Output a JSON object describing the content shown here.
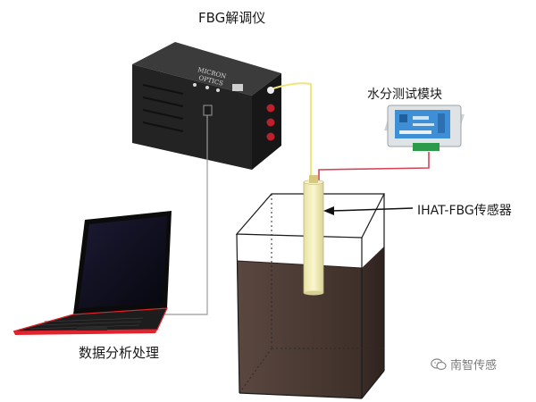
{
  "labels": {
    "fbg_demodulator": "FBG解调仪",
    "moisture_module": "水分测试模块",
    "sensor": "IHAT-FBG传感器",
    "data_processing": "数据分析处理"
  },
  "device": {
    "brand_line1": "MICRON",
    "brand_line2": "OPTICS"
  },
  "watermark": "南智传感",
  "icons": [
    "wechat-logo-icon",
    "laptop-icon",
    "demodulator-icon",
    "module-icon"
  ],
  "colors": {
    "device_body": "#1e1f1e",
    "soil": "#4b3b34",
    "fiber": "#f2e37a",
    "cable_red": "#d9435a",
    "module_blue": "#3f8fd6",
    "laptop_accent": "#e0232d"
  }
}
